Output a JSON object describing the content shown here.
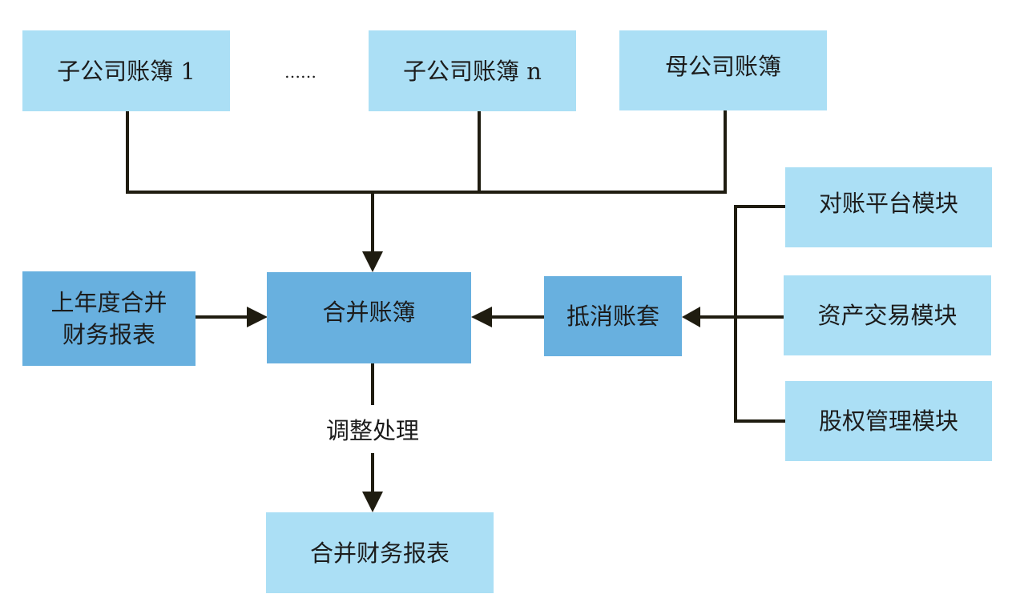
{
  "diagram": {
    "title": "",
    "nodes": {
      "sub_ledger_1": "子公司账簿 1",
      "ellipsis": "……",
      "sub_ledger_n": "子公司账簿 n",
      "parent_ledger": "母公司账簿",
      "reconciliation_module": "对账平台模块",
      "asset_trade_module": "资产交易模块",
      "equity_module": "股权管理模块",
      "elimination_set": "抵消账套",
      "consolidated_ledger": "合并账簿",
      "prior_year_report": [
        "上年度合并",
        "财务报表"
      ],
      "adjustment_label": "调整处理",
      "consolidated_report": "合并财务报表"
    },
    "edges": [
      {
        "from": "sub_ledger_1",
        "to": "consolidated_ledger"
      },
      {
        "from": "sub_ledger_n",
        "to": "consolidated_ledger"
      },
      {
        "from": "parent_ledger",
        "to": "consolidated_ledger"
      },
      {
        "from": "prior_year_report",
        "to": "consolidated_ledger"
      },
      {
        "from": "reconciliation_module",
        "to": "elimination_set"
      },
      {
        "from": "asset_trade_module",
        "to": "elimination_set"
      },
      {
        "from": "equity_module",
        "to": "elimination_set"
      },
      {
        "from": "elimination_set",
        "to": "consolidated_ledger"
      },
      {
        "from": "consolidated_ledger",
        "to": "consolidated_report",
        "label": "调整处理"
      }
    ],
    "colors": {
      "light_box": "#abdff5",
      "dark_box": "#68b0df",
      "line": "#1f1c10"
    }
  }
}
